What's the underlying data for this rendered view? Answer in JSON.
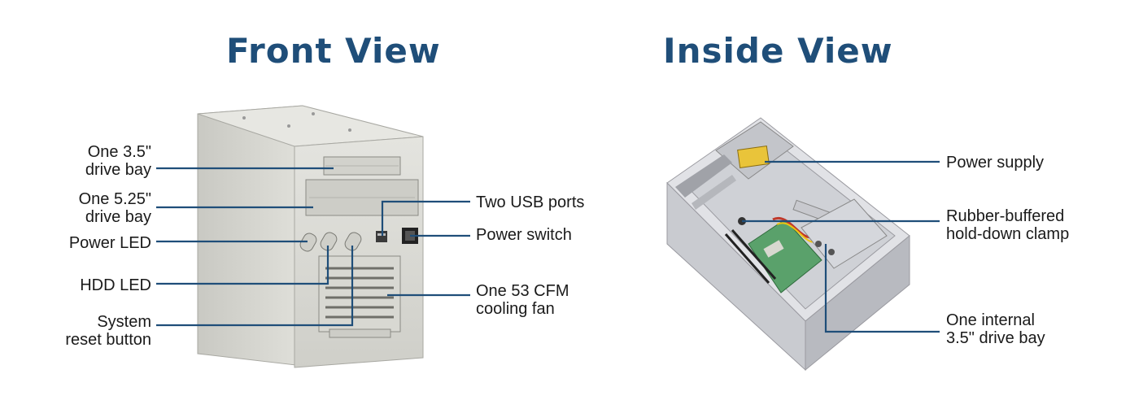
{
  "titles": {
    "front": "Front View",
    "inside": "Inside View"
  },
  "front_labels": {
    "drive35": [
      "One 3.5\"",
      "drive bay"
    ],
    "drive525": [
      "One 5.25\"",
      "drive bay"
    ],
    "power_led": "Power LED",
    "hdd_led": "HDD LED",
    "reset": [
      "System",
      "reset button"
    ],
    "usb": "Two USB ports",
    "power_switch": "Power switch",
    "fan": [
      "One 53 CFM",
      "cooling fan"
    ]
  },
  "inside_labels": {
    "psu": "Power supply",
    "clamp": [
      "Rubber-buffered",
      "hold-down clamp"
    ],
    "internal_bay": [
      "One internal",
      "3.5\" drive bay"
    ]
  },
  "colors": {
    "title": "#1f4e79",
    "leader": "#1f4e79",
    "chassis": "#d9d9d4"
  }
}
